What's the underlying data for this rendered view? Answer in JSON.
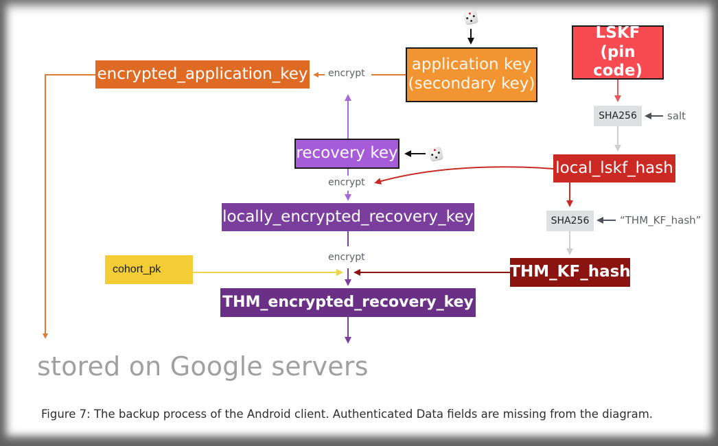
{
  "figure": {
    "caption": "Figure 7: The backup process of the Android client. Authenticated Data fields are missing from the diagram.",
    "storage_label": "stored on Google servers"
  },
  "nodes": {
    "encrypted_application_key": {
      "label": "encrypted_application_key",
      "color": "#DE6A23"
    },
    "application_key": {
      "line1": "application key",
      "line2": "(secondary key)",
      "color": "#F19431"
    },
    "lskf": {
      "line1": "LSKF",
      "line2": "(pin code)",
      "color": "#F84A51"
    },
    "sha256_a": {
      "label": "SHA256"
    },
    "sha256_b": {
      "label": "SHA256"
    },
    "local_lskf_hash": {
      "label": "local_lskf_hash",
      "color": "#CB2A24"
    },
    "recovery_key": {
      "label": "recovery key",
      "color": "#A65CD8"
    },
    "locally_encrypted_recovery_key": {
      "label": "locally_encrypted_recovery_key",
      "color": "#7A3E9D"
    },
    "thm_kf_hash": {
      "label": "THM_KF_hash",
      "color": "#8B1410"
    },
    "cohort_pk": {
      "label": "cohort_pk",
      "color": "#F2CD36"
    },
    "thm_encrypted_recovery_key": {
      "label": "THM_encrypted_recovery_key",
      "color": "#6A3086"
    }
  },
  "labels": {
    "encrypt_top": "encrypt",
    "encrypt_mid": "encrypt",
    "encrypt_bottom": "encrypt",
    "salt": "salt",
    "thm_kf_hash_const": "“THM_KF_hash”"
  },
  "icons": {
    "die_top": "dice-icon",
    "die_recovery": "dice-icon"
  },
  "edge_colors": {
    "orange": "#E07A33",
    "purple_light": "#A66AD8",
    "purple": "#7A3E9D",
    "red": "#CB2A24",
    "pink": "#E8575C",
    "dark_red": "#8B1410",
    "yellow": "#EDD54A",
    "grey": "#CFCFCF",
    "dark_grey": "#4D5259",
    "black": "#111111"
  }
}
